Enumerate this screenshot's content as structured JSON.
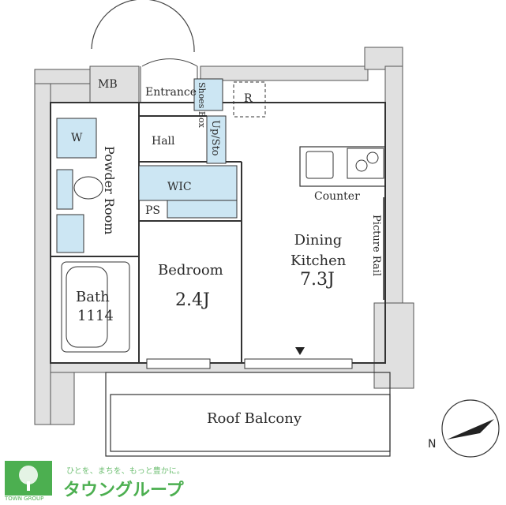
{
  "rooms": {
    "mb": "MB",
    "entrance": "Entrance",
    "shoes_box": "Shoes Box",
    "refrigerator": "R",
    "washer": "W",
    "hall": "Hall",
    "upsto": "Up/Sto",
    "powder_room": "Powder Room",
    "wic": "WIC",
    "ps": "PS",
    "counter": "Counter",
    "dining_kitchen": "Dining Kitchen",
    "dk_size": "7.3J",
    "picture_rail": "Picture Rail",
    "bedroom": "Bedroom",
    "bedroom_size": "2.4J",
    "bath": "Bath",
    "bath_size": "1114",
    "roof_balcony": "Roof Balcony"
  },
  "compass": {
    "label": "N"
  },
  "logo": {
    "tagline": "ひとを、まちを、もっと豊かに。",
    "name": "タウングループ",
    "small": "TOWN GROUP"
  },
  "colors": {
    "wall": "#e0e0e0",
    "fixture_blue": "#cce6f3",
    "line": "#333333",
    "logo_green": "#4caf50"
  }
}
